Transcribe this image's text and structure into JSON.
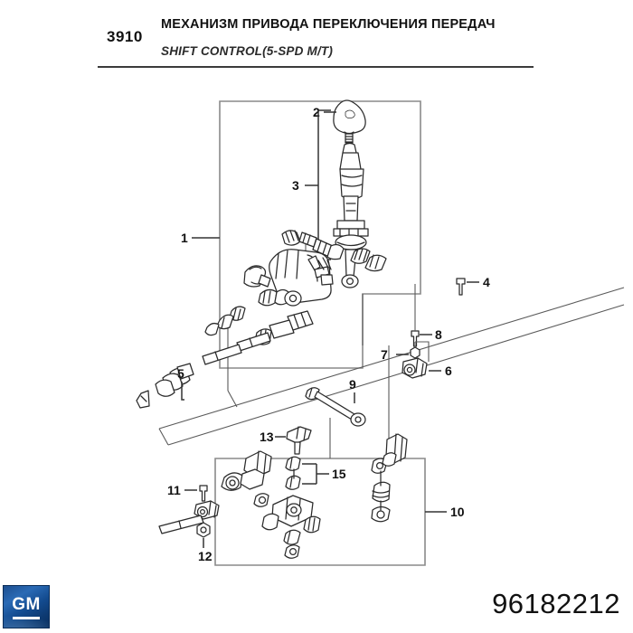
{
  "header": {
    "group_number": "3910",
    "title_ru": "МЕХАНИЗМ ПРИВОДА ПЕРЕКЛЮЧЕНИЯ ПЕРЕДАЧ",
    "title_en": "SHIFT CONTROL(5-SPD M/T)"
  },
  "footer": {
    "brand": "GM",
    "part_number": "96182212"
  },
  "colors": {
    "brand_blue": "#1d4f90",
    "frame_gray": "#8a8a8a",
    "line_black": "#2b2b2b",
    "text_black": "#111111"
  },
  "diagram": {
    "callouts": [
      {
        "id": "1",
        "label": "1"
      },
      {
        "id": "2",
        "label": "2"
      },
      {
        "id": "3",
        "label": "3"
      },
      {
        "id": "4",
        "label": "4"
      },
      {
        "id": "5",
        "label": "5"
      },
      {
        "id": "6",
        "label": "6"
      },
      {
        "id": "7",
        "label": "7"
      },
      {
        "id": "8",
        "label": "8"
      },
      {
        "id": "9",
        "label": "9"
      },
      {
        "id": "10",
        "label": "10"
      },
      {
        "id": "11",
        "label": "11"
      },
      {
        "id": "12",
        "label": "12"
      },
      {
        "id": "13",
        "label": "13"
      },
      {
        "id": "15",
        "label": "15"
      }
    ]
  }
}
